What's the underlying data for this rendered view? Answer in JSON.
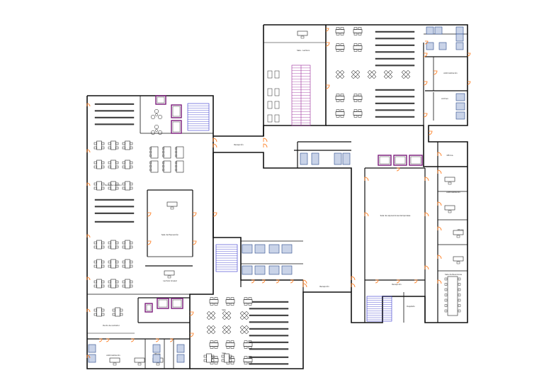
{
  "plan": {
    "colors": {
      "wall": "#111111",
      "door": "#ff7a1a",
      "stair": "#3333cc",
      "lift": "#7a1a7a",
      "purple_stair": "#9a2a9a",
      "wc": "#2a4a8a",
      "furniture": "#333333"
    },
    "rooms": {
      "north_top_small": "Sala - Lectura",
      "corridor_north": "Recepción",
      "corridor_south": "Recepción",
      "left_mid": "Punto de recibidor",
      "left_hall": "Sala de Exposición",
      "left_small": "Lectura Grupal",
      "left_bottom": "Punto de recibidor",
      "bottom_left_office": "Administración",
      "bottom_left_office2": "Oficina",
      "bottom_mid_top": "Sala",
      "bottom_mid_bottom": "Sala",
      "right_big": "Sala de exposiciones temporales",
      "right_lobby": "Recepción",
      "right_small": "Depósito",
      "right_col_1": "Oficina",
      "right_col_2": "Administración",
      "right_col_3": "Oficina",
      "right_col_4": "Sala de Reuniones",
      "top_right_room": "Administración",
      "top_right_small": "Archivo"
    }
  }
}
